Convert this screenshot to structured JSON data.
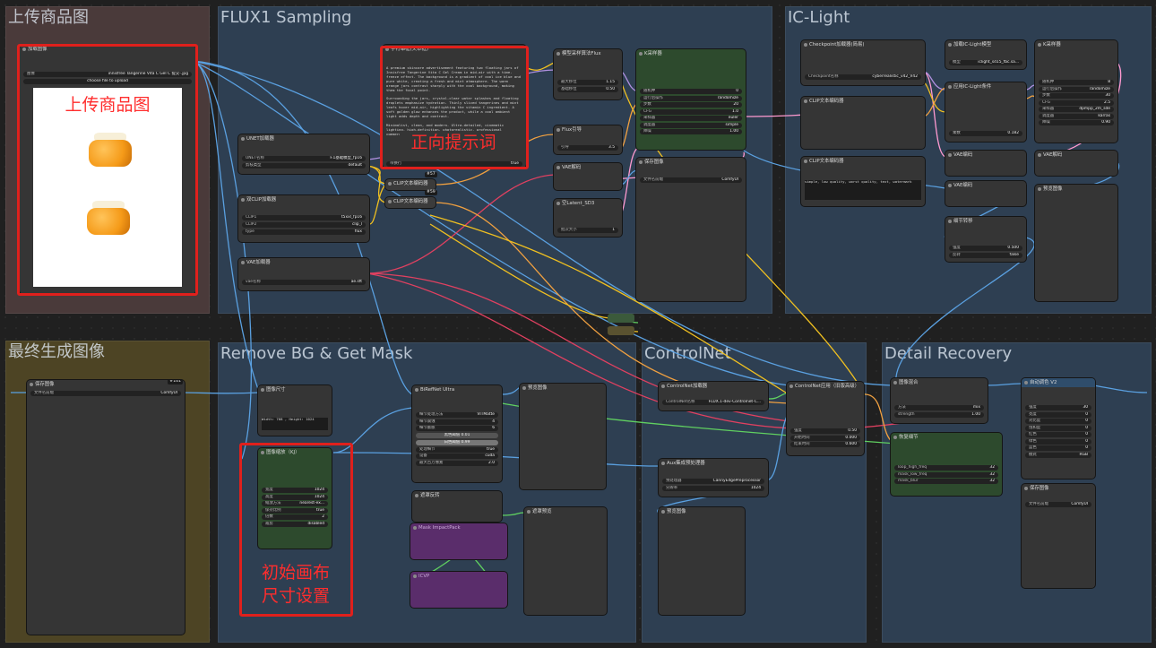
{
  "groups": {
    "upload": "上传商品图",
    "flux": "FLUX1 Sampling",
    "iclight": "IC-Light",
    "final": "最终生成图像",
    "removebg": "Remove BG & Get Mask",
    "controlnet": "ControlNet",
    "detail": "Detail Recovery"
  },
  "annotations": {
    "upload": "上传商品图",
    "prompt": "正向提示词",
    "canvas_line1": "初始画布",
    "canvas_line2": "尺寸设置"
  },
  "colors": {
    "annotation_red": "#e0201c",
    "group_brown": "#4a3a3a",
    "group_blue": "#2e3f52",
    "group_yellow": "#4d4424",
    "node_green": "#2d4a2d",
    "node_purple": "#5a2d6b"
  },
  "load_image": {
    "title": "加载图像",
    "id": "#22",
    "image_label": "图像",
    "image_value": "innisfree Tangerine Vita C Gel C 提交-.jpg",
    "upload_button": "choose file to upload"
  },
  "prompt_node": {
    "title": "字符串框(文本框)",
    "id": "#158 KJNodes",
    "text": "A premium skincare advertisement featuring two floating jars of Innisfree Tangerine Vita C Gel Cream in mid-air with a time-freeze effect. The background is a gradient of cool ice blue and pure white, creating a fresh and mint atmosphere. The warm orange jars contrast sharply with the cool background, making them the focal point.\n\nSurrounding the jars, crystal-clear water splashes and floating droplets emphasize hydration. Thinly sliced tangerines and mint leafs hover mid-air, highlighting the vitamin C ingredient. A soft golden glow enhances the product, while a cool ambient light adds depth and contrast.\n\nMinimalist, clean, and modern. Ultra-detailed, cinematic lighting, high-definition, photorealistic, professional commercial photography style.",
    "footer_label": "带换行",
    "footer_value": "true"
  },
  "unet": {
    "title": "UNET加载器",
    "id": "#10",
    "w1_label": "UNET名称",
    "w1_value": "F.1基础模型_fp16",
    "w2_label": "剪枝类型",
    "w2_value": "default"
  },
  "dual_clip": {
    "title": "双CLIP加载器",
    "id": "#13",
    "w1_label": "CLIP1",
    "w1_value": "t5xxl_fp16",
    "w2_label": "CLIP2",
    "w2_value": "clip_l",
    "w3_label": "type",
    "w3_value": "flux"
  },
  "vae_loader": {
    "title": "VAE加载器",
    "id": "#12",
    "w1_label": "vae名称",
    "w1_value": "ae.sft"
  },
  "clip_enc_57": {
    "title": "CLIP文本编码器",
    "id": "#57"
  },
  "clip_enc_59": {
    "title": "CLIP文本编码器",
    "id": "#59"
  },
  "model_sampling": {
    "title": "模型采样算法Flux",
    "id": "#71",
    "w1_label": "最大移位",
    "w1_value": "1.15",
    "w2_label": "基础移位",
    "w2_value": "0.50"
  },
  "flux_guidance": {
    "title": "Flux引导",
    "id": "#50",
    "w1_label": "引导",
    "w1_value": "3.5"
  },
  "vae_decode_8": {
    "title": "VAE解码",
    "id": "#8"
  },
  "empty_latent": {
    "title": "空Latent_SD3",
    "id": "#72",
    "w1_label": "批次大小",
    "w1_value": "1"
  },
  "ksampler": {
    "title": "K采样器",
    "id": "#116",
    "rows": [
      [
        "随机种",
        "0"
      ],
      [
        "运行后操作",
        "randomize"
      ],
      [
        "步数",
        "20"
      ],
      [
        "CFG",
        "1.0"
      ],
      [
        "采样器",
        "euler"
      ],
      [
        "调度器",
        "simple"
      ],
      [
        "降噪",
        "1.00"
      ]
    ]
  },
  "save_image_9": {
    "title": "保存图像",
    "id": "#9",
    "w1_label": "文件名前缀",
    "w1_value": "ComfyUI"
  },
  "ckpt_loader": {
    "title": "Checkpoint加载器(简易)",
    "id": "#125",
    "w1_label": "Checkpoint名称",
    "w1_value": "cyberrealistic_v42_V42"
  },
  "iclight_load": {
    "title": "加载IC-Light模型",
    "id": "#121 IC-Light",
    "w1_label": "模型",
    "w1_value": "iclight_sd15_fbc.sa..."
  },
  "iclight_apply": {
    "title": "应用IC-Light条件",
    "id": "#122 IC-Light",
    "w1_label": "乘数",
    "w1_value": "0.182"
  },
  "ksampler_127": {
    "title": "K采样器",
    "id": "#127",
    "rows": [
      [
        "随机种",
        "8"
      ],
      [
        "运行后操作",
        "randomize"
      ],
      [
        "步数",
        "30"
      ],
      [
        "CFG",
        "2.5"
      ],
      [
        "采样器",
        "dpmpp_2m_sde"
      ],
      [
        "调度器",
        "karras"
      ],
      [
        "降噪",
        "0.90"
      ]
    ]
  },
  "clip_126": {
    "title": "CLIP文本编码器",
    "id": "#126"
  },
  "clip_120": {
    "title": "CLIP文本编码器",
    "id": "#120",
    "text": "simple, low quality, worst quality, text, watermark"
  },
  "vae_enc_123": {
    "title": "VAE编码",
    "id": "#123"
  },
  "vae_dec_128": {
    "title": "VAE解码",
    "id": "#128"
  },
  "vae_enc_131": {
    "title": "VAE编码",
    "id": "#131"
  },
  "preview_129": {
    "title": "预览图像",
    "id": "#129"
  },
  "detail_transfer": {
    "title": "细节转移",
    "id": "#124 IC-Light",
    "w1_label": "强度",
    "w1_value": "0.500",
    "w2_label": "反转",
    "w2_value": "false"
  },
  "save_final": {
    "title": "保存图像",
    "id": "#161",
    "w1_label": "文件名前缀",
    "w1_value": "ComfyUI"
  },
  "image_size": {
    "title": "图像尺寸",
    "id": "#79 Easy-Use",
    "text": "Width: 768 , Height: 1024"
  },
  "image_scale": {
    "title": "图像缩放（KJ）",
    "rows": [
      [
        "宽度",
        "1024"
      ],
      [
        "高度",
        "1024"
      ],
      [
        "缩放方法",
        "nearest-ex..."
      ],
      [
        "保持比例",
        "true"
      ],
      [
        "倍数",
        "2"
      ],
      [
        "裁剪",
        "disabled"
      ]
    ]
  },
  "birefnet": {
    "title": "BiRefNet Ultra",
    "id": "#117 LayerStyle",
    "rows": [
      [
        "细节处理方法",
        "VITMatte"
      ],
      [
        "细节腐蚀",
        "4"
      ],
      [
        "细节膨胀",
        "6"
      ]
    ],
    "black_label": "黑色阈值 0.01",
    "white_label": "白色阈值 0.99",
    "rows2": [
      [
        "处理细节",
        "true"
      ],
      [
        "设备",
        "cuda"
      ],
      [
        "最大百万像素",
        "2.0"
      ]
    ]
  },
  "preview_118": {
    "title": "预览图像",
    "id": "#118"
  },
  "invert_mask": {
    "title": "遮罩反转",
    "id": "#140",
    "sub1": "Mask ImpactPack",
    "sub2": "ICVP"
  },
  "preview_141": {
    "title": "遮罩预览",
    "id": "#141 essentials"
  },
  "cn_loader": {
    "title": "ControlNet加载器",
    "id": "#19",
    "w1_label": "ControlNet名称",
    "w1_value": "FLUX.1-dev-Controlnet-C..."
  },
  "cn_apply": {
    "title": "ControlNet应用（旧版高级）",
    "id": "#46",
    "rows": [
      [
        "强度",
        "0.50"
      ],
      [
        "开始时间",
        "0.000"
      ],
      [
        "结束时间",
        "0.600"
      ]
    ]
  },
  "aux": {
    "title": "Aux集成预处理器",
    "id": "#21 comfyui_controlnet_aux",
    "w1_label": "预处理器",
    "w1_value": "CannyEdgePreprocessor",
    "w2_label": "分辨率",
    "w2_value": "1024"
  },
  "preview_40": {
    "title": "预览图像",
    "id": "#40"
  },
  "image_blend": {
    "title": "图像混合",
    "id": "#135 KJNodes",
    "w1_label": "方法",
    "w1_value": "mix",
    "w2_label": "strength",
    "w2_value": "1.00"
  },
  "restore_detail": {
    "title": "恢复细节",
    "id": "#132 LayerStyle",
    "rows": [
      [
        "loop_high_freq",
        "32"
      ],
      [
        "mask_low_freq",
        "32"
      ],
      [
        "mask_blur",
        "32"
      ]
    ]
  },
  "auto_color": {
    "title": "自动调色 V2",
    "id": "#134 LayerStyle",
    "rows": [
      [
        "强度",
        "30"
      ],
      [
        "亮度",
        "0"
      ],
      [
        "对比度",
        "0"
      ],
      [
        "饱和度",
        "0"
      ],
      [
        "红色",
        "0"
      ],
      [
        "绿色",
        "0"
      ],
      [
        "蓝色",
        "0"
      ],
      [
        "模式",
        "RGB"
      ]
    ]
  },
  "save_155": {
    "title": "保存图像",
    "id": "#155",
    "w1_label": "文件名前缀",
    "w1_value": "ComfyUI"
  }
}
